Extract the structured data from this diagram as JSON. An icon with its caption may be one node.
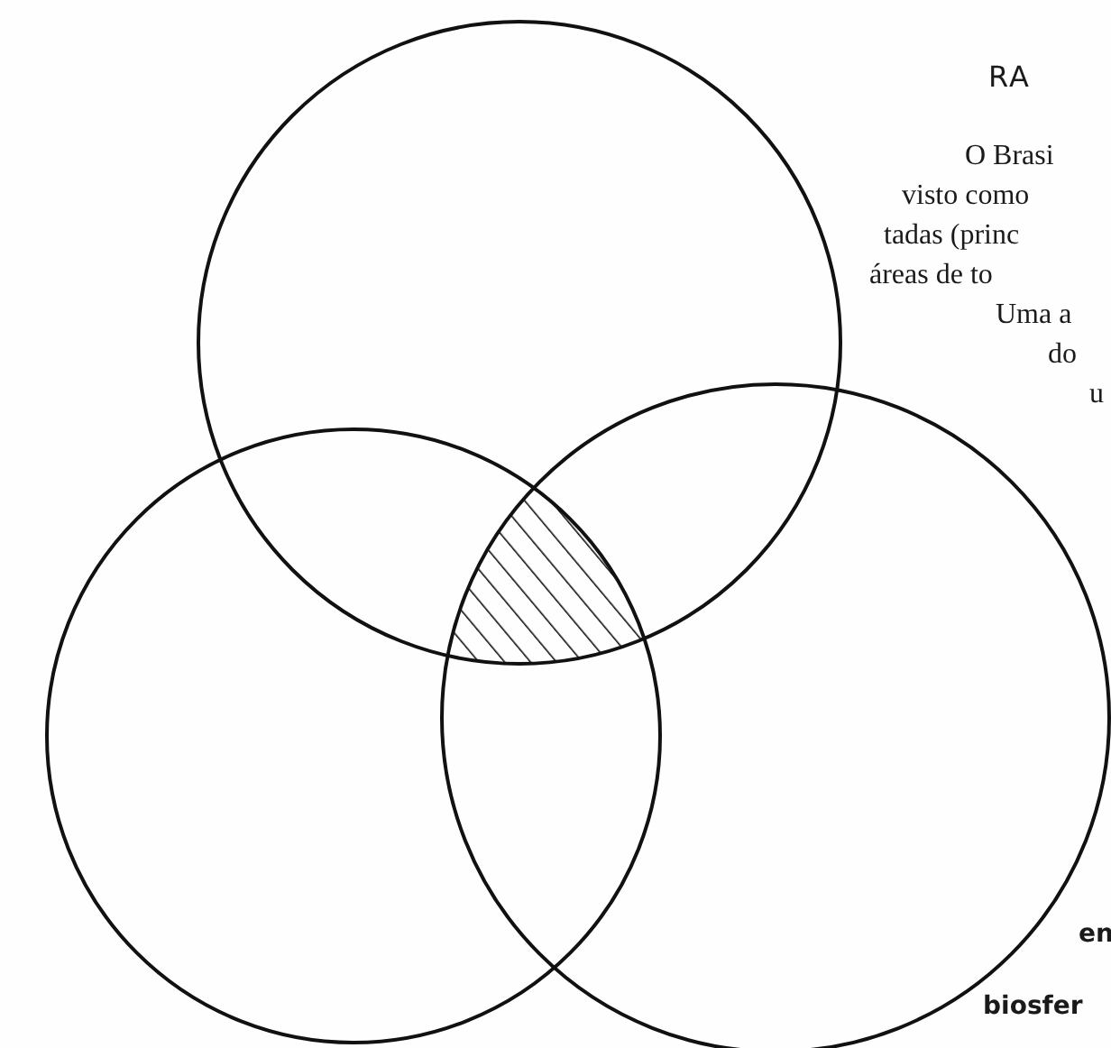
{
  "diagram": {
    "title": "RA",
    "nodes": [
      {
        "text": [],
        "shape": "circle"
      },
      {
        "text": [],
        "shape": "circle"
      },
      {
        "text": [],
        "shape": "circle"
      },
      {
        "text": [],
        "shape": "region"
      }
    ],
    "labels": [
      "O Brasi",
      "visto como",
      "tadas (princ",
      "áreas de to",
      "Uma a",
      "do",
      "u",
      "en",
      "biosfer"
    ]
  }
}
